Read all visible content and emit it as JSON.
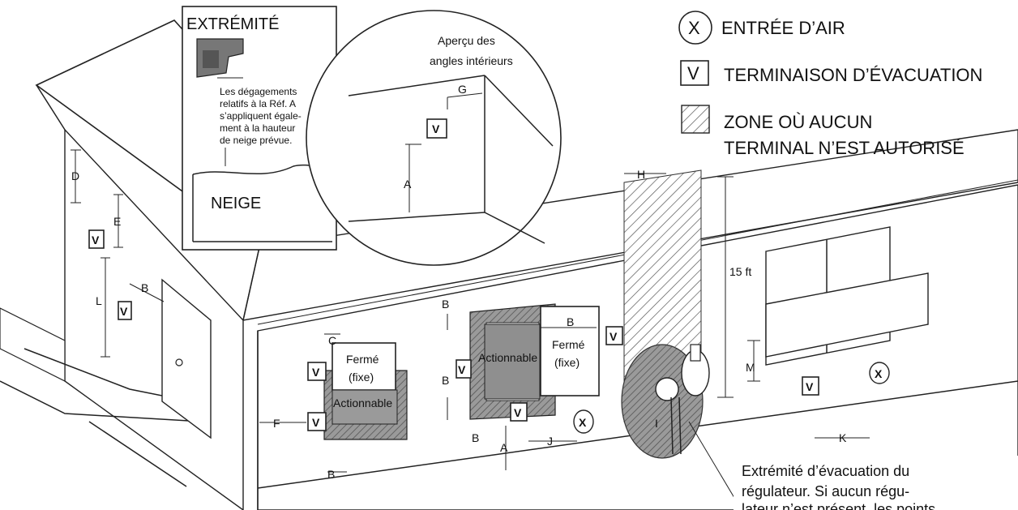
{
  "legend": {
    "air_intake_symbol": "X",
    "air_intake_label": "ENTRÉE D’AIR",
    "vent_symbol": "V",
    "vent_label": "TERMINAISON D’ÉVACUATION",
    "zone_label_line1": "ZONE OÙ AUCUN",
    "zone_label_line2": "TERMINAL N’EST AUTORISÉ"
  },
  "inset_extremity": {
    "title": "EXTRÉMITÉ",
    "note_lines": [
      "Les dégagements",
      "relatifs à la Réf. A",
      "s’appliquent égale-",
      "ment à la hauteur",
      "de neige prévue."
    ],
    "snow_label": "NEIGE"
  },
  "inset_corner": {
    "title_line1": "Aperçu des",
    "title_line2": "angles intérieurs",
    "label_g": "G",
    "label_a": "A",
    "vent": "V"
  },
  "dimensions": {
    "a": "A",
    "b": "B",
    "c": "C",
    "d": "D",
    "e": "E",
    "f": "F",
    "h": "H",
    "i": "I",
    "j": "J",
    "k": "K",
    "l": "L",
    "m": "M",
    "height_15ft": "15 ft"
  },
  "windows": {
    "closed_fixed_1": "Fermé",
    "closed_fixed_2": "(fixe)",
    "operable": "Actionnable"
  },
  "symbols": {
    "v": "V",
    "x": "X"
  },
  "regulator_note_lines": [
    "Extrémité d’évacuation du",
    "régulateur. Si aucun régu-",
    "lateur n’est présent, les points"
  ]
}
